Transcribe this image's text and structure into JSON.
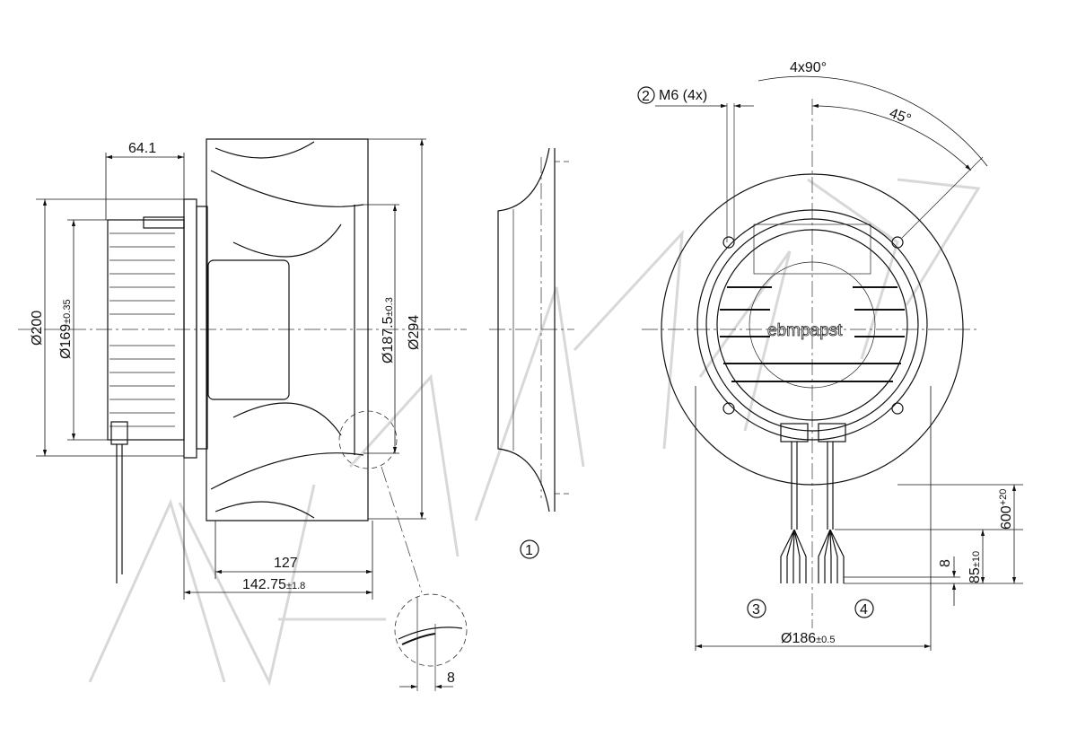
{
  "drawing": {
    "side_view": {
      "dim_depth_motor": "64.1",
      "dim_dia_200": "Ø200",
      "dim_dia_169": "Ø169",
      "dim_dia_169_tol": "±0.35",
      "dim_dia_187": "Ø187.5",
      "dim_dia_187_tol": "±0.3",
      "dim_dia_294": "Ø294",
      "dim_len_127": "127",
      "dim_len_142": "142.75",
      "dim_len_142_tol": "±1.8",
      "dim_detail_8": "8"
    },
    "inlet_ring": {
      "callout": "1"
    },
    "front_view": {
      "callout_2": "2",
      "screw_label": "M6 (4x)",
      "angle_pattern": "4x90°",
      "angle_45": "45°",
      "brand": "ebmpapst",
      "callout_3": "3",
      "callout_4": "4",
      "dim_dia_186": "Ø186",
      "dim_dia_186_tol": "±0.5",
      "dim_cable_600": "600",
      "dim_cable_600_tol": "+20",
      "dim_cable_85": "85",
      "dim_cable_85_tol": "±10",
      "dim_cable_8": "8"
    },
    "watermark": "ALLKAELUZ"
  }
}
